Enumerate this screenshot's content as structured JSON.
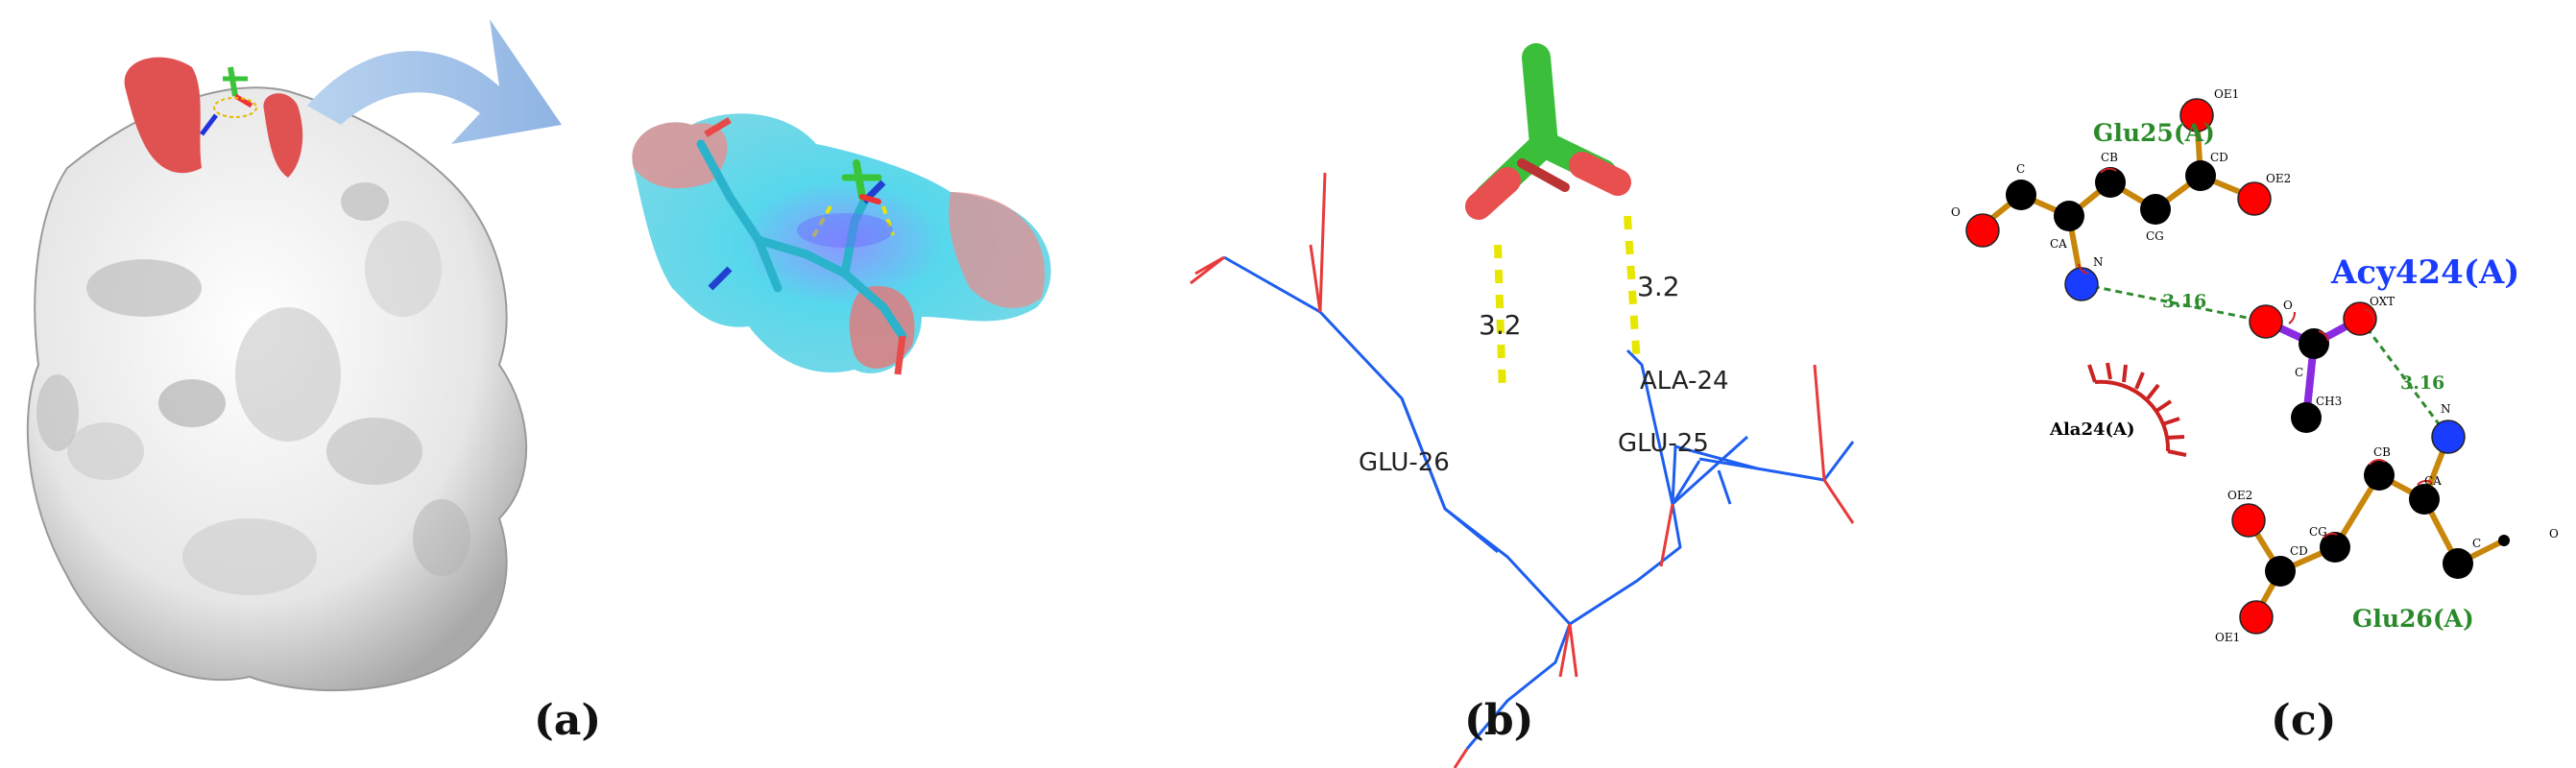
{
  "panel_a": {
    "caption": "(a)"
  },
  "panel_b": {
    "caption": "(b)",
    "distances": [
      "3.2",
      "3.2"
    ],
    "residues": [
      "GLU-26",
      "GLU-25",
      "ALA-24"
    ]
  },
  "panel_c": {
    "caption": "(c)",
    "ligand_label": "Acy424(A)",
    "residues": [
      "Glu25(A)",
      "Glu26(A)",
      "Ala24(A)"
    ],
    "hbond_distances": [
      "3.16",
      "3.16"
    ],
    "atoms_glu25": [
      "O",
      "C",
      "CA",
      "N",
      "CB",
      "CG",
      "CD",
      "OE1",
      "OE2"
    ],
    "atoms_ligand": [
      "O",
      "OXT",
      "C",
      "CH3"
    ],
    "atoms_glu26": [
      "N",
      "CA",
      "C",
      "O",
      "CB",
      "CG",
      "CD",
      "OE1",
      "OE2"
    ]
  },
  "colors": {
    "carbon": "#000000",
    "oxygen": "#ff0000",
    "nitrogen": "#1a3cff",
    "bond_orange": "#c8860b",
    "ligand_bond": "#8a2be2",
    "hbond": "#2e8b2e",
    "residue_green": "#2a8a2a",
    "ligand_blue": "#1a3cff",
    "hydrophobic_red": "#cc2222",
    "stick_blue": "#1e5ef0",
    "stick_red": "#e83a3a",
    "yellow_dash": "#e6e600"
  }
}
